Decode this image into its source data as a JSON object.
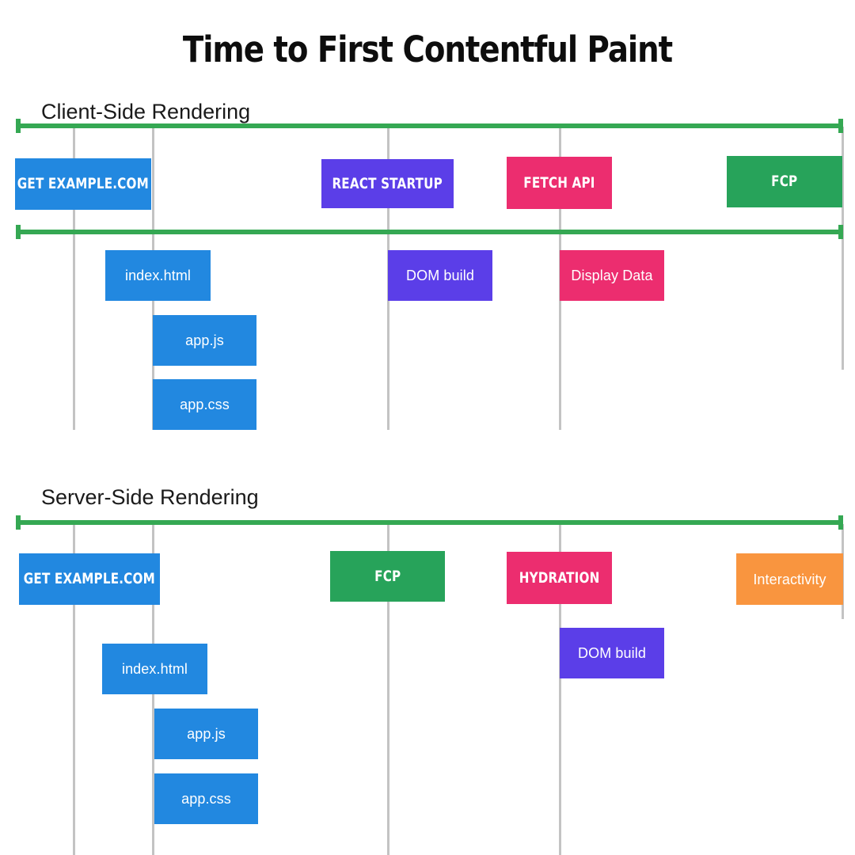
{
  "title": "Time to First Contentful Paint",
  "colors": {
    "blue": "#2288e0",
    "purple": "#5b3ee8",
    "pink": "#ec2d6f",
    "green": "#27a35a",
    "orange": "#f9953f",
    "axis_green": "#35a853",
    "gridline": "#c3c3c3",
    "background": "#ffffff",
    "text_dark": "#1a1a1a",
    "text_light": "#ffffff"
  },
  "sections": [
    {
      "id": "client-side-rendering",
      "heading": "Client-Side Rendering",
      "milestones": [
        {
          "label": "GET EXAMPLE.COM",
          "color_key": "blue",
          "style": "heavy"
        },
        {
          "label": "REACT STARTUP",
          "color_key": "purple",
          "style": "heavy"
        },
        {
          "label": "FETCH API",
          "color_key": "pink",
          "style": "heavy"
        },
        {
          "label": "FCP",
          "color_key": "green",
          "style": "heavy"
        }
      ],
      "tasks": [
        {
          "label": "index.html",
          "color_key": "blue",
          "style": "light"
        },
        {
          "label": "app.js",
          "color_key": "blue",
          "style": "light"
        },
        {
          "label": "app.css",
          "color_key": "blue",
          "style": "light"
        },
        {
          "label": "DOM build",
          "color_key": "purple",
          "style": "light"
        },
        {
          "label": "Display Data",
          "color_key": "pink",
          "style": "light"
        }
      ]
    },
    {
      "id": "server-side-rendering",
      "heading": "Server-Side Rendering",
      "milestones": [
        {
          "label": "GET EXAMPLE.COM",
          "color_key": "blue",
          "style": "heavy"
        },
        {
          "label": "FCP",
          "color_key": "green",
          "style": "heavy"
        },
        {
          "label": "HYDRATION",
          "color_key": "pink",
          "style": "heavy"
        },
        {
          "label": "Interactivity",
          "color_key": "orange",
          "style": "light"
        }
      ],
      "tasks": [
        {
          "label": "index.html",
          "color_key": "blue",
          "style": "light"
        },
        {
          "label": "app.js",
          "color_key": "blue",
          "style": "light"
        },
        {
          "label": "app.css",
          "color_key": "blue",
          "style": "light"
        },
        {
          "label": "DOM build",
          "color_key": "purple",
          "style": "light"
        }
      ]
    }
  ],
  "chart_data": {
    "type": "bar",
    "title": "Time to First Contentful Paint",
    "xlabel": "",
    "ylabel": "",
    "grid": true,
    "legend": "none",
    "xlim": [
      0,
      1080
    ],
    "note": "Two horizontal waterfall timelines comparing Client-Side Rendering and Server-Side Rendering. Bar x-extents are pixel positions on a shared time axis running from x=20 to x=1065.",
    "gridlines_x": [
      93,
      193,
      490,
      707,
      1065
    ],
    "series": [
      {
        "name": "Client-Side Rendering",
        "axis_start": 20,
        "axis_end": 1065,
        "bars": [
          {
            "label": "GET EXAMPLE.COM",
            "row": "milestone",
            "x_start": 19,
            "x_end": 191,
            "color": "#2288e0"
          },
          {
            "label": "REACT STARTUP",
            "row": "milestone",
            "x_start": 406,
            "x_end": 573,
            "color": "#5b3ee8"
          },
          {
            "label": "FETCH API",
            "row": "milestone",
            "x_start": 640,
            "x_end": 773,
            "color": "#ec2d6f"
          },
          {
            "label": "FCP",
            "row": "milestone",
            "x_start": 918,
            "x_end": 1064,
            "color": "#27a35a"
          },
          {
            "label": "index.html",
            "row": "task-1",
            "x_start": 133,
            "x_end": 266,
            "color": "#2288e0"
          },
          {
            "label": "app.js",
            "row": "task-2",
            "x_start": 193,
            "x_end": 324,
            "color": "#2288e0"
          },
          {
            "label": "app.css",
            "row": "task-3",
            "x_start": 193,
            "x_end": 324,
            "color": "#2288e0"
          },
          {
            "label": "DOM build",
            "row": "task-1",
            "x_start": 490,
            "x_end": 622,
            "color": "#5b3ee8"
          },
          {
            "label": "Display Data",
            "row": "task-1",
            "x_start": 707,
            "x_end": 839,
            "color": "#ec2d6f"
          }
        ]
      },
      {
        "name": "Server-Side Rendering",
        "axis_start": 20,
        "axis_end": 1065,
        "bars": [
          {
            "label": "GET EXAMPLE.COM",
            "row": "milestone",
            "x_start": 24,
            "x_end": 202,
            "color": "#2288e0"
          },
          {
            "label": "FCP",
            "row": "milestone",
            "x_start": 417,
            "x_end": 562,
            "color": "#27a35a"
          },
          {
            "label": "HYDRATION",
            "row": "milestone",
            "x_start": 640,
            "x_end": 773,
            "color": "#ec2d6f"
          },
          {
            "label": "Interactivity",
            "row": "milestone",
            "x_start": 930,
            "x_end": 1065,
            "color": "#f9953f"
          },
          {
            "label": "index.html",
            "row": "task-1",
            "x_start": 129,
            "x_end": 262,
            "color": "#2288e0"
          },
          {
            "label": "app.js",
            "row": "task-2",
            "x_start": 195,
            "x_end": 326,
            "color": "#2288e0"
          },
          {
            "label": "app.css",
            "row": "task-3",
            "x_start": 195,
            "x_end": 326,
            "color": "#2288e0"
          },
          {
            "label": "DOM build",
            "row": "task-1",
            "x_start": 707,
            "x_end": 839,
            "color": "#5b3ee8"
          }
        ]
      }
    ]
  }
}
